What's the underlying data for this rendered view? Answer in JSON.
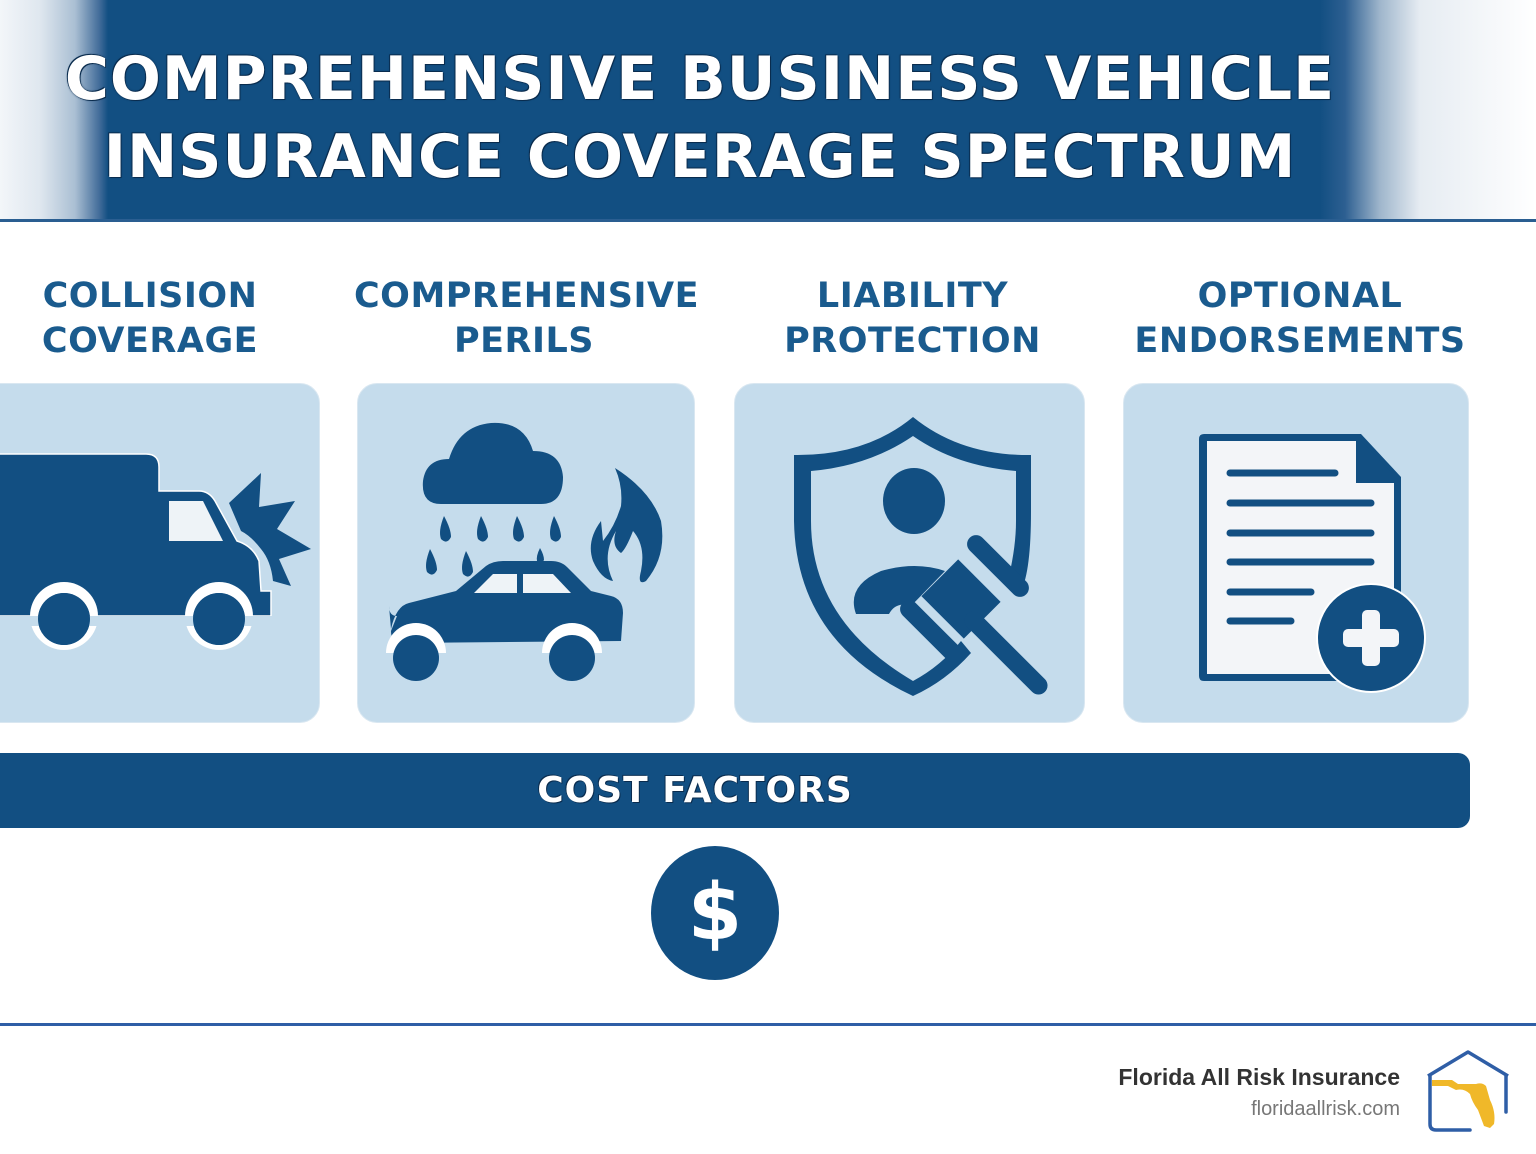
{
  "header": {
    "title_line1": "COMPREHENSIVE BUSINESS VEHICLE",
    "title_line2": "INSURANCE COVERAGE SPECTRUM"
  },
  "categories": [
    {
      "line1": "COLLISION",
      "line2": "COVERAGE",
      "icon": "truck-collision-icon"
    },
    {
      "line1": "COMPREHENSIVE",
      "line2": "PERILS",
      "icon": "car-storm-fire-icon"
    },
    {
      "line1": "LIABILITY",
      "line2": "PROTECTION",
      "icon": "shield-person-gavel-icon"
    },
    {
      "line1": "OPTIONAL",
      "line2": "ENDORSEMENTS",
      "icon": "document-plus-icon"
    }
  ],
  "cost_section": {
    "label": "COST FACTORS",
    "icon_glyph": "$",
    "icon": "dollar-icon"
  },
  "footer": {
    "brand_name": "Florida All Risk Insurance",
    "brand_url": "floridaallrisk.com",
    "logo": "house-florida-logo-icon"
  },
  "colors": {
    "primary_blue": "#124f82",
    "card_bg": "#c5dcec",
    "label_blue": "#1a5b8e",
    "footer_rule": "#2f5ea6",
    "logo_gold": "#f0b829"
  }
}
